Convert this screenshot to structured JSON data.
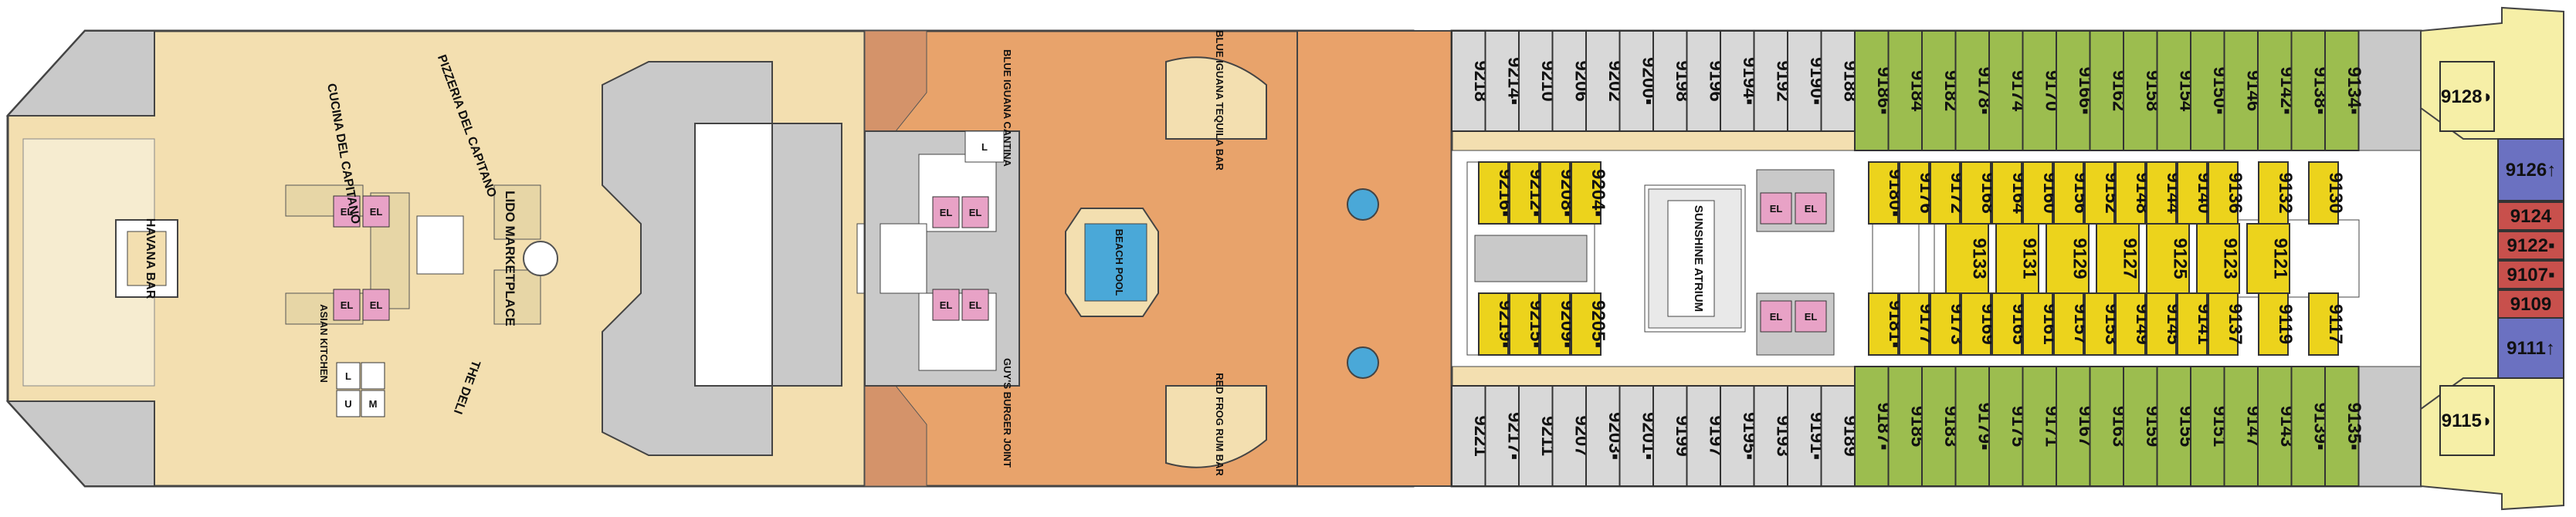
{
  "venues": {
    "havana_bar": "HAVANA BAR",
    "cucina_del_capitano": "CUCINA DEL CAPITANO",
    "pizzeria_del_capitano": "PIZZERIA DEL CAPITANO",
    "lido_marketplace": "LIDO MARKETPLACE",
    "asian_kitchen": "ASIAN KITCHEN",
    "the_deli": "THE DELI",
    "blue_iguana_cantina": "BLUE IGUANA CANTINA",
    "guys_burger_joint": "GUY'S BURGER JOINT",
    "blue_iguana_tequila_bar": "BLUE IGUANA TEQUILA BAR",
    "red_frog_rum_bar": "RED FROG RUM BAR",
    "beach_pool": "BEACH POOL",
    "sunshine_atrium": "SUNSHINE ATRIUM"
  },
  "markers": {
    "elevator": "EL",
    "lift_a": "L",
    "lift_b": "M",
    "lift_c": "U"
  },
  "cabins": {
    "top_row": [
      "9218",
      "9214▪",
      "9210",
      "9206",
      "9202",
      "9200▪",
      "9198",
      "9196",
      "9194▪",
      "9192",
      "9190▪",
      "9188",
      "9186▪",
      "9184",
      "9182",
      "9178▪",
      "9174",
      "9170",
      "9166▪",
      "9162",
      "9158",
      "9154",
      "9150▪",
      "9146",
      "9142▪",
      "9138▪",
      "9134▪"
    ],
    "bottom_row": [
      "9221",
      "9217▪",
      "9211",
      "9207",
      "9203▪",
      "9201▪",
      "9199",
      "9197",
      "9195▪",
      "9193",
      "9191▪",
      "9189",
      "9187▪",
      "9185",
      "9183",
      "9179▪",
      "9175",
      "9171",
      "9167",
      "9163",
      "9159",
      "9155",
      "9151",
      "9147",
      "9143",
      "9139▪",
      "9135▪"
    ],
    "inner_top": [
      "9216▪",
      "9212▪",
      "9208▪",
      "9204▪",
      "9180▪",
      "9176",
      "9172",
      "9168",
      "9164",
      "9160",
      "9156",
      "9152",
      "9148",
      "9144",
      "9140",
      "9136",
      "9132",
      "9130"
    ],
    "inner_bottom": [
      "9219▪",
      "9215▪",
      "9209▪",
      "9205▪",
      "9181▪",
      "9177",
      "9173",
      "9169",
      "9165",
      "9161",
      "9157",
      "9153",
      "9149",
      "9145",
      "9141",
      "9137",
      "9119",
      "9117"
    ],
    "inner_mid": [
      "9133",
      "9131",
      "9129",
      "9127",
      "9125",
      "9123",
      "9121"
    ],
    "bow": [
      "9128◗",
      "9126↑",
      "9124",
      "9122▪",
      "9107▪",
      "9109",
      "9111↑",
      "9115◗"
    ]
  },
  "colors": {
    "deck_beige": "#f3dfb0",
    "pool_deck": "#e8a36b",
    "wood_deck": "#e9a26a",
    "cabin_gray": "#d8d8d8",
    "cabin_green": "#9cbd4f",
    "cabin_yellow": "#ecd31c",
    "cabin_pink": "#e8a2c6",
    "suite_red": "#c8504c",
    "suite_blue": "#6b71c1",
    "bow_yellow": "#f6efa7",
    "pool_blue": "#4aa8d8"
  }
}
